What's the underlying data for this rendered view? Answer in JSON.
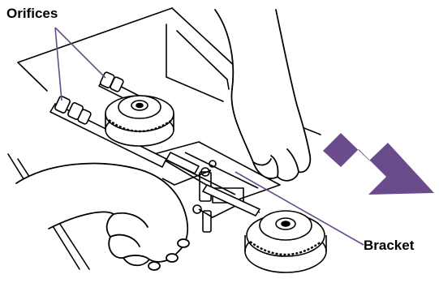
{
  "labels": {
    "orifices": "Orifices",
    "bracket": "Bracket"
  },
  "colors": {
    "leader_line": "#6a4c8c",
    "arrow_fill": "#6a4c8c",
    "ink": "#000000"
  },
  "icons": {
    "direction_arrow": "right-down-arrow"
  }
}
